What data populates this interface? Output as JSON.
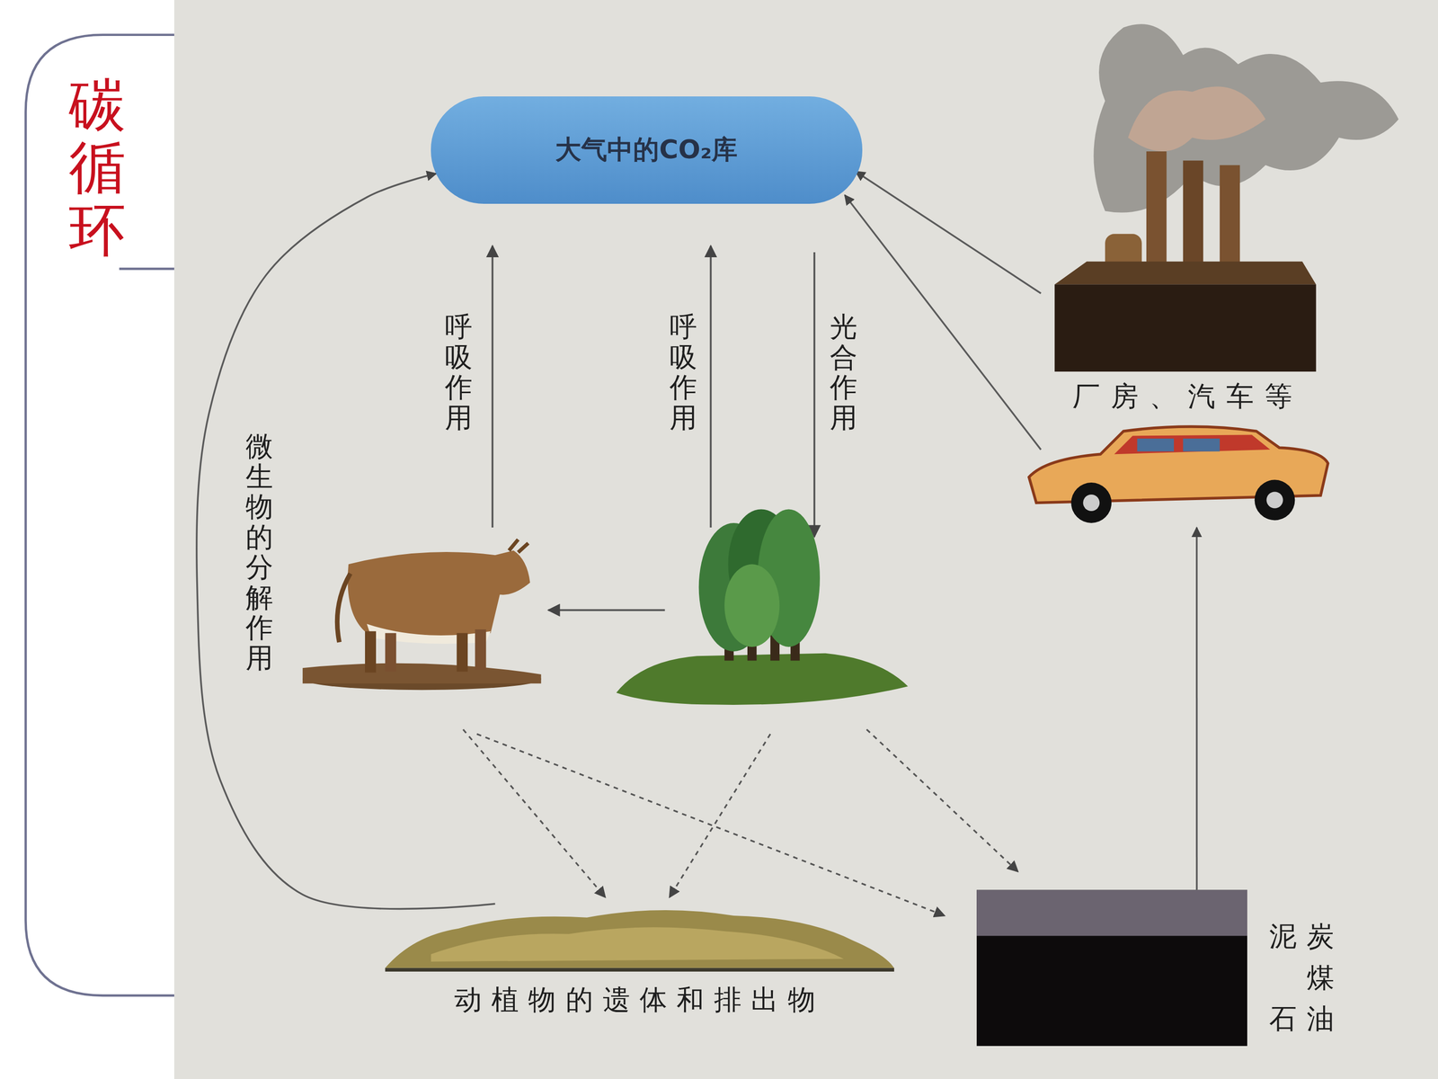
{
  "diagram": {
    "title": "碳循环",
    "nodes": [
      {
        "text": [
          "大气中的CO₂库"
        ]
      },
      {
        "text": [
          "厂房、汽车等"
        ]
      },
      {
        "text": [
          "动植物的遗体和排出物"
        ]
      },
      {
        "text": [
          "泥炭 煤 石油"
        ]
      }
    ],
    "edges": [
      {
        "from": 2,
        "to": 0,
        "arrow": "to",
        "label": "微生物的分解作用"
      },
      {
        "from": 1,
        "to": 0,
        "arrow": "to"
      },
      {
        "from": 1,
        "to": 0,
        "arrow": "to"
      },
      {
        "from": 3,
        "to": 1,
        "arrow": "to"
      }
    ],
    "labels": [
      "呼吸作用",
      "呼吸作用",
      "光合作用"
    ]
  }
}
